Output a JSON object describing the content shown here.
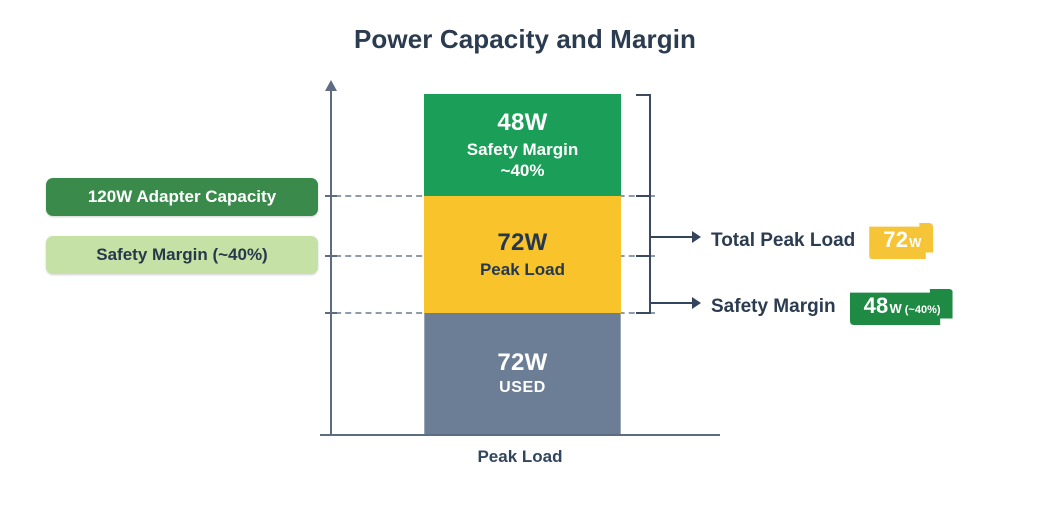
{
  "title": "Power Capacity and Margin",
  "chart_data": {
    "type": "bar",
    "title": "Power Capacity and Margin",
    "xlabel": "Peak Load",
    "ylabel": "",
    "categories": [
      "Peak Load"
    ],
    "stacked": true,
    "unit": "W",
    "grid": false,
    "legend_position": "left",
    "series": [
      {
        "name": "USED",
        "values": [
          72
        ],
        "label": "72W",
        "sublabel": "USED",
        "color": "#6b7e95"
      },
      {
        "name": "Peak Load",
        "values": [
          72
        ],
        "label": "72W",
        "sublabel": "Peak Load",
        "color": "#f9c32b"
      },
      {
        "name": "Safety Margin",
        "values": [
          48
        ],
        "label": "48W",
        "sublabel": "Safety Margin",
        "sublabel2": "~40%",
        "color": "#1b9e58"
      }
    ],
    "total_capacity": 120,
    "annotations": [
      {
        "label": "Total Peak Load",
        "value": "72",
        "unit": "W"
      },
      {
        "label": "Safety Margin",
        "value": "48",
        "unit": "W",
        "percent": "(~40%)"
      }
    ]
  },
  "legend": {
    "items": [
      {
        "label": "120W Adapter Capacity",
        "color": "#3a8b4b"
      },
      {
        "label": "Safety Margin (~40%)",
        "color": "#c5e1a5"
      }
    ]
  },
  "bar_segments": {
    "margin": {
      "value": "48W",
      "name": "Safety Margin",
      "percent": "~40%"
    },
    "peak": {
      "value": "72W",
      "name": "Peak Load"
    },
    "used": {
      "value": "72W",
      "name": "USED"
    }
  },
  "axis": {
    "x_label": "Peak Load"
  },
  "callouts": {
    "total_peak": {
      "label": "Total Peak Load",
      "value": "72",
      "unit": "W"
    },
    "safety_margin": {
      "label": "Safety Margin",
      "value": "48",
      "unit": "W",
      "percent": "(~40%)"
    }
  }
}
